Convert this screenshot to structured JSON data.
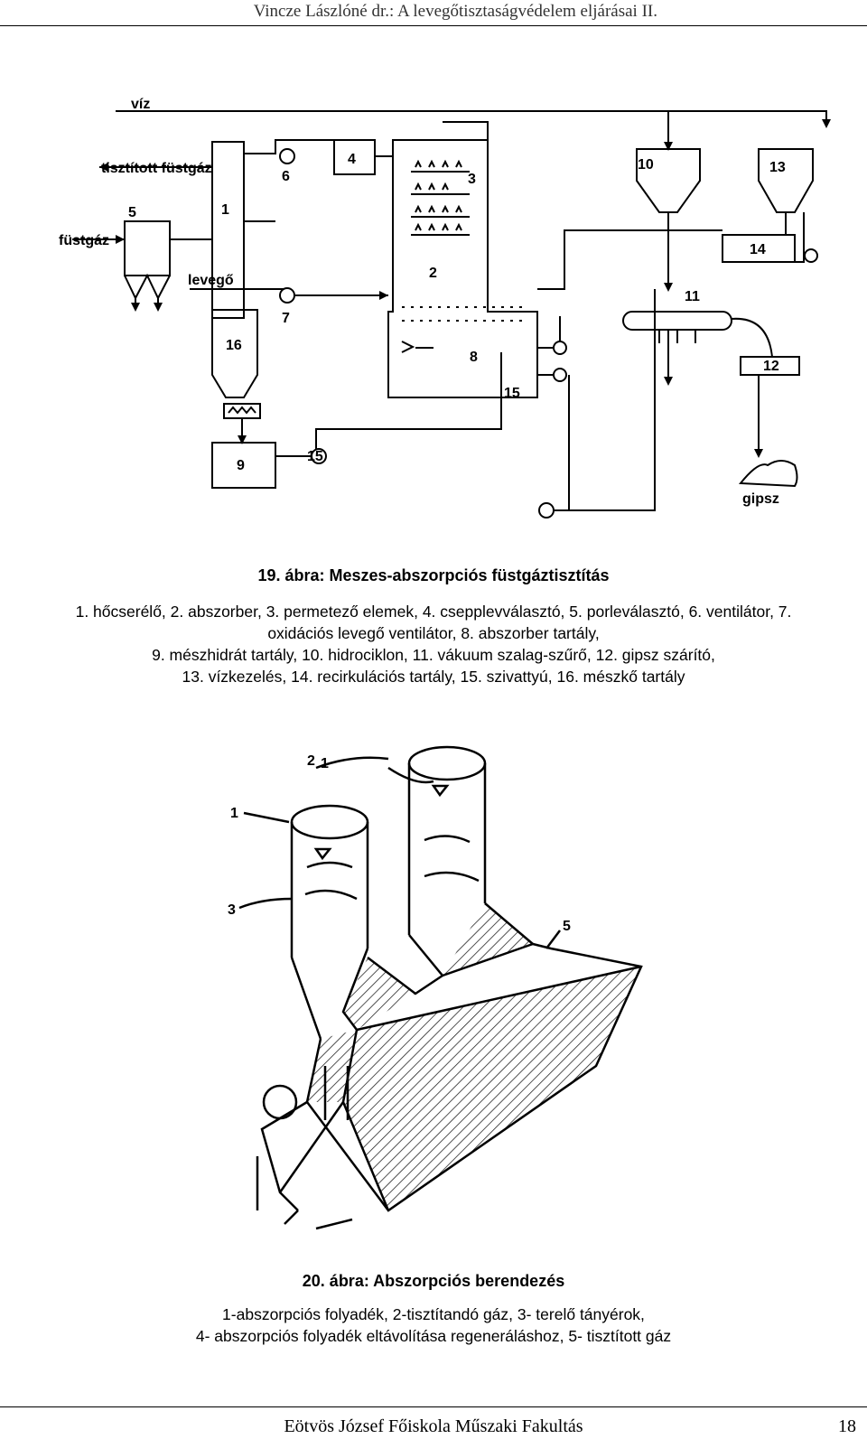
{
  "header": {
    "text": "Vincze Lászlóné dr.: A levegőtisztaságvédelem eljárásai II."
  },
  "figure1": {
    "labels": {
      "water": "víz",
      "cleaned_gas": "tisztított füstgáz",
      "flue_gas": "füstgáz",
      "air": "levegő",
      "gypsum": "gipsz",
      "n1": "1",
      "n2": "2",
      "n3": "3",
      "n4": "4",
      "n5": "5",
      "n6": "6",
      "n7": "7",
      "n8": "8",
      "n9": "9",
      "n10": "10",
      "n11": "11",
      "n12": "12",
      "n13": "13",
      "n14": "14",
      "n15a": "15",
      "n15b": "15",
      "n16": "16"
    },
    "caption_title": "19. ábra: Meszes-abszorpciós füstgáztisztítás",
    "caption_lines": [
      "1. hőcserélő, 2. abszorber, 3. permetező elemek, 4. csepplevválasztó, 5. porleválasztó, 6. ventilátor, 7.",
      "oxidációs levegő ventilátor, 8. abszorber tartály,",
      "9. mészhidrát tartály, 10. hidrociklon, 11. vákuum szalag-szűrő, 12. gipsz szárító,",
      "13. vízkezelés, 14. recirkulációs tartály, 15. szivattyú, 16. mészkő tartály"
    ]
  },
  "figure2": {
    "labels": {
      "n1a": "1",
      "n1b": "1",
      "n2": "2",
      "n3": "3",
      "n5": "5"
    },
    "caption_title": "20. ábra: Abszorpciós berendezés",
    "caption_lines": [
      "1-abszorpciós folyadék, 2-tisztítandó gáz, 3- terelő tányérok,",
      "4- abszorpciós folyadék eltávolítása regeneráláshoz, 5- tisztított gáz"
    ]
  },
  "footer": {
    "text": "Eötvös József Főiskola Műszaki Fakultás",
    "page": "18"
  }
}
